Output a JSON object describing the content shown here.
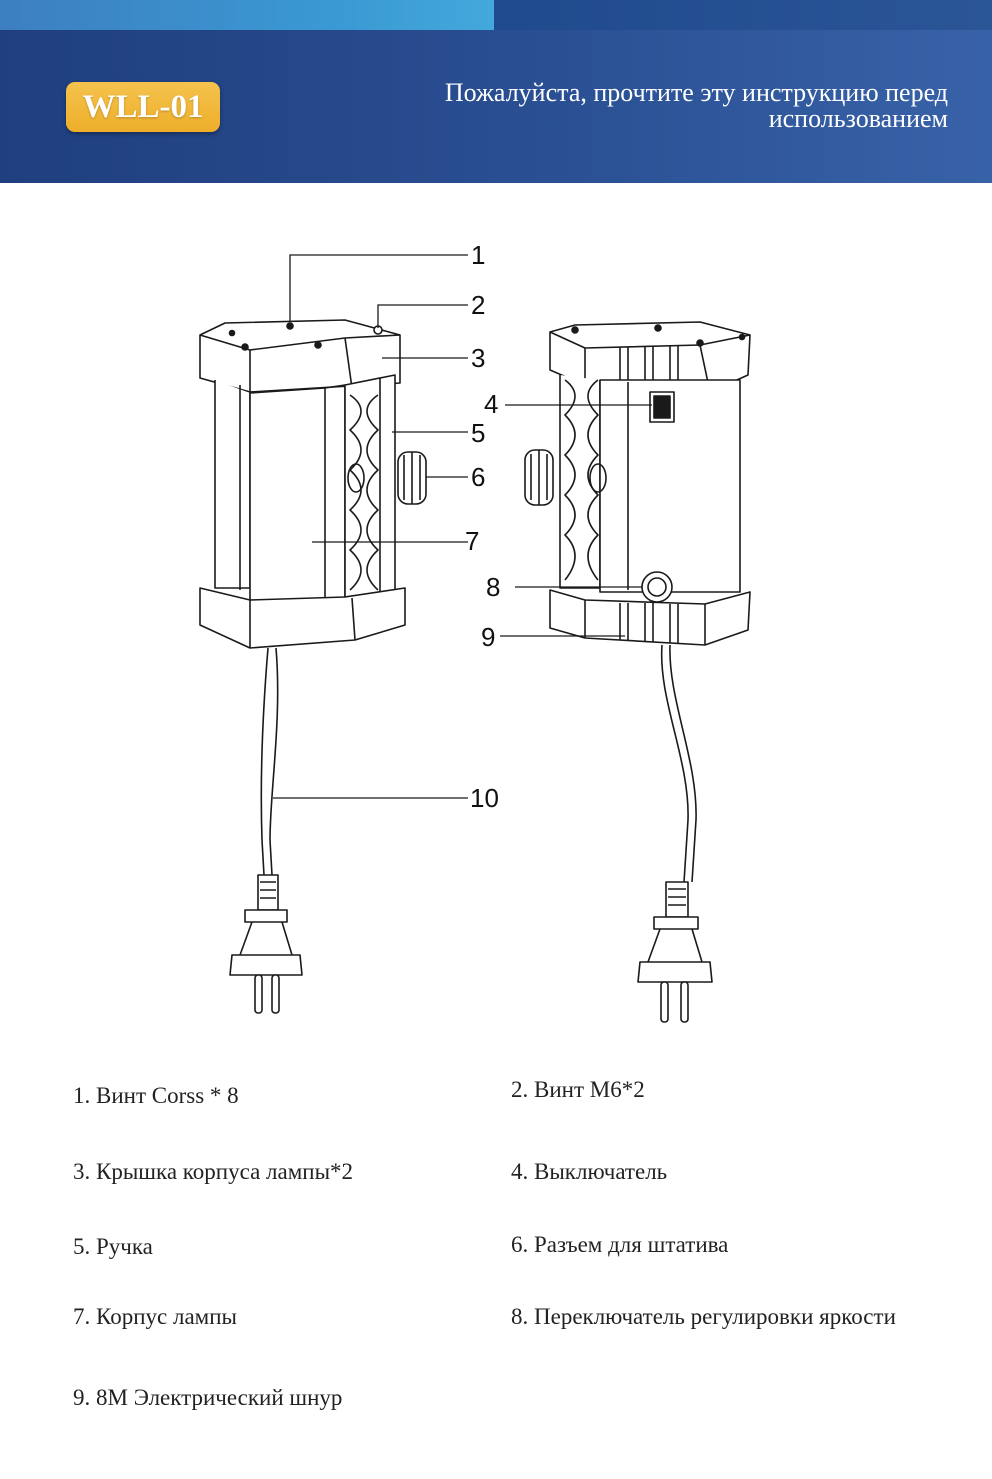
{
  "header": {
    "model_badge": "WLL-01",
    "notice": "Пожалуйста, прочтите эту инструкцию перед использованием"
  },
  "diagram": {
    "callouts": [
      "1",
      "2",
      "3",
      "4",
      "5",
      "6",
      "7",
      "8",
      "9",
      "10"
    ]
  },
  "legend": {
    "items": [
      "1. Винт Corss * 8",
      "2. Винт М6*2",
      "3. Крышка корпуса лампы*2",
      "4. Выключатель",
      "5. Ручка",
      "6. Разъем для штатива",
      "7. Корпус лампы",
      "8. Переключатель регулировки яркости",
      "9. 8М Электрический шнур"
    ]
  }
}
